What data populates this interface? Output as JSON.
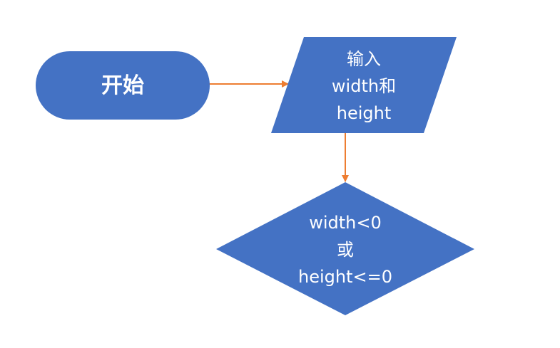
{
  "diagram": {
    "colors": {
      "node_fill": "#4472C4",
      "arrow": "#ED7D31",
      "text": "#FFFFFF"
    },
    "nodes": {
      "start": {
        "shape": "terminator",
        "label": "开始"
      },
      "input": {
        "shape": "parallelogram",
        "lines": [
          "输入",
          "width和",
          "height"
        ]
      },
      "decision": {
        "shape": "diamond",
        "lines": [
          "width<0",
          "或",
          "height<=0"
        ]
      }
    },
    "edges": [
      {
        "from": "start",
        "to": "input"
      },
      {
        "from": "input",
        "to": "decision"
      }
    ]
  }
}
